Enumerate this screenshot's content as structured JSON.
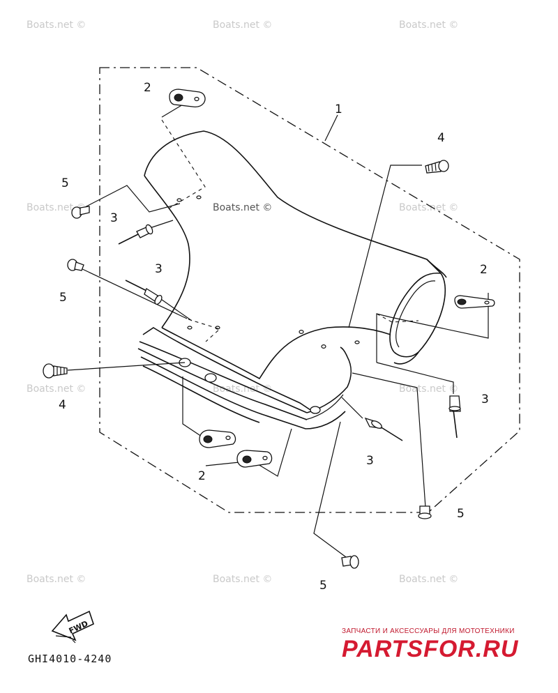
{
  "watermark": "Boats.net ©",
  "callouts": {
    "c1": "1",
    "c2a": "2",
    "c2b": "2",
    "c2c": "2",
    "c3a": "3",
    "c3b": "3",
    "c3c": "3",
    "c3d": "3",
    "c4a": "4",
    "c4b": "4",
    "c5a": "5",
    "c5b": "5",
    "c5c": "5",
    "c5d": "5"
  },
  "fwd_label": "FWD",
  "diagram_code": "GHI4010-4240",
  "site": {
    "caption": "ЗАПЧАСТИ И АКСЕССУАРЫ ДЛЯ МОТОТЕХНИКИ",
    "logo": "PARTSFOR.RU"
  }
}
